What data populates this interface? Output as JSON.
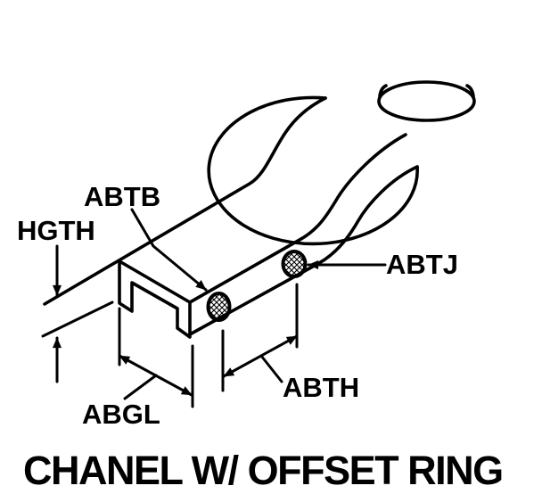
{
  "figure": {
    "title": "CHANEL W/ OFFSET RING",
    "labels": {
      "hgth": "HGTH",
      "abtb": "ABTB",
      "abtj": "ABTJ",
      "abth": "ABTH",
      "abgl": "ABGL"
    },
    "colors": {
      "line": "#000000",
      "background": "#ffffff"
    }
  }
}
